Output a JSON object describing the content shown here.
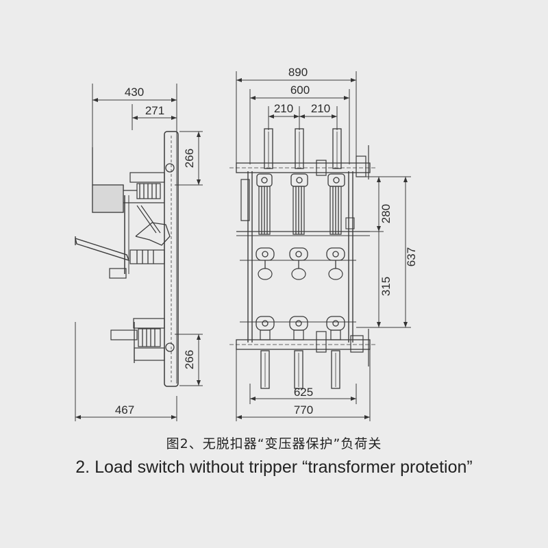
{
  "side_view": {
    "dim_top_overall": "430",
    "dim_top_inner": "271",
    "dim_upper_height": "266",
    "dim_lower_height": "266",
    "dim_bottom": "467"
  },
  "front_view": {
    "dim_overall_width": "890",
    "dim_inner_width": "600",
    "dim_pole_spacing_left": "210",
    "dim_pole_spacing_right": "210",
    "dim_upper_span": "280",
    "dim_lower_span": "315",
    "dim_total_height": "637",
    "dim_bottom_inner": "625",
    "dim_bottom_overall": "770"
  },
  "caption": {
    "chinese": "图2、无脱扣器“变压器保护”负荷关",
    "english": "2. Load switch without tripper  “transformer protetion”"
  },
  "colors": {
    "line": "#333333",
    "background": "#ececec"
  }
}
